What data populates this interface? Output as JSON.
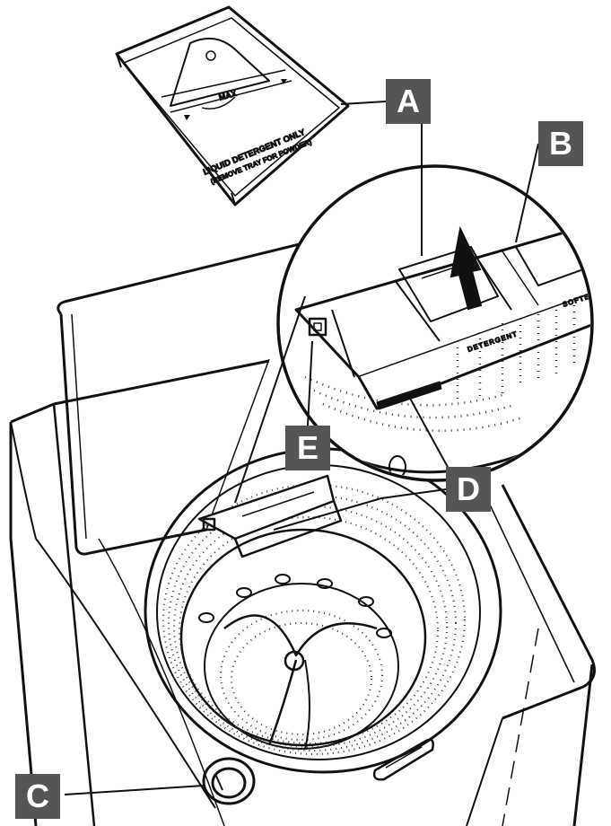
{
  "tray": {
    "max_label": "MAX",
    "line1": "LIQUID DETERGENT ONLY",
    "line2": "(REMOVE TRAY FOR POWDER)"
  },
  "dispenser": {
    "detergent_label": "DETERGENT",
    "softener_label": "SOFTENER"
  },
  "callouts": {
    "a": "A",
    "b": "B",
    "c": "C",
    "d": "D",
    "e": "E"
  },
  "colors": {
    "callout_bg": "#555555",
    "line": "#111111",
    "background": "#ffffff"
  }
}
